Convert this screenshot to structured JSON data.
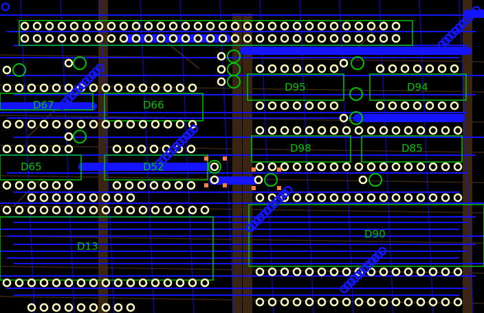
{
  "canvas": {
    "title": "PCB layout view"
  },
  "components": [
    {
      "ref": "D67"
    },
    {
      "ref": "D66"
    },
    {
      "ref": "D95"
    },
    {
      "ref": "D94"
    },
    {
      "ref": "D98"
    },
    {
      "ref": "D85"
    },
    {
      "ref": "D65"
    },
    {
      "ref": "D52"
    },
    {
      "ref": "D13"
    },
    {
      "ref": "D90"
    }
  ],
  "colors": {
    "background": "#000000",
    "top_copper": "#1414ff",
    "bottom_copper": "#3a2412",
    "silkscreen": "#00c000",
    "pad": "#ffffc0",
    "marker": "#ff8040"
  }
}
